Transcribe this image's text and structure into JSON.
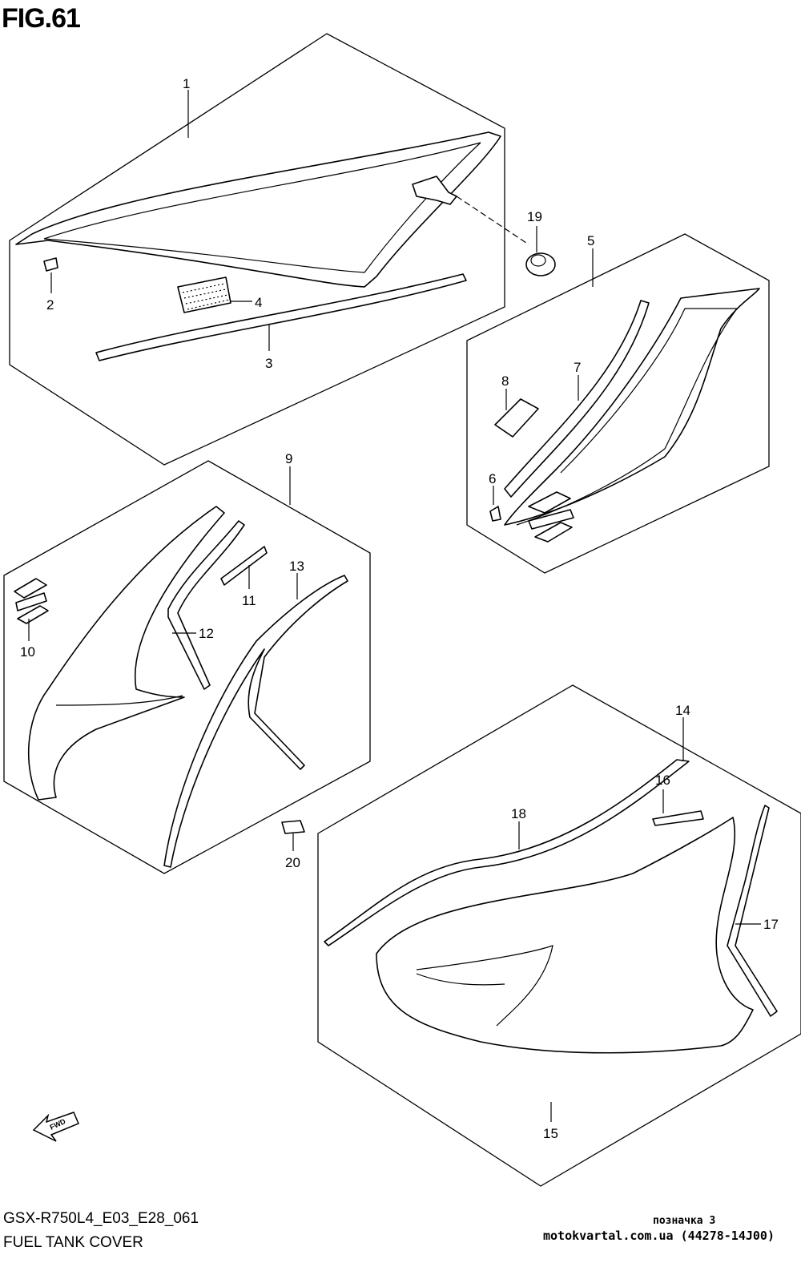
{
  "figure": {
    "label": "FIG.61"
  },
  "footer": {
    "model_code": "GSX-R750L4_E03_E28_061",
    "title": "FUEL TANK COVER",
    "watermark_line1": "позначка 3",
    "watermark_line2": "motokvartal.com.ua (44278-14J00)"
  },
  "fwd_label": "FWD",
  "callouts": {
    "p1": "1",
    "p2": "2",
    "p3": "3",
    "p4": "4",
    "p5": "5",
    "p6": "6",
    "p7": "7",
    "p8": "8",
    "p9": "9",
    "p10": "10",
    "p11": "11",
    "p12": "12",
    "p13": "13",
    "p14": "14",
    "p15": "15",
    "p16": "16",
    "p17": "17",
    "p18": "18",
    "p19": "19",
    "p20": "20"
  }
}
